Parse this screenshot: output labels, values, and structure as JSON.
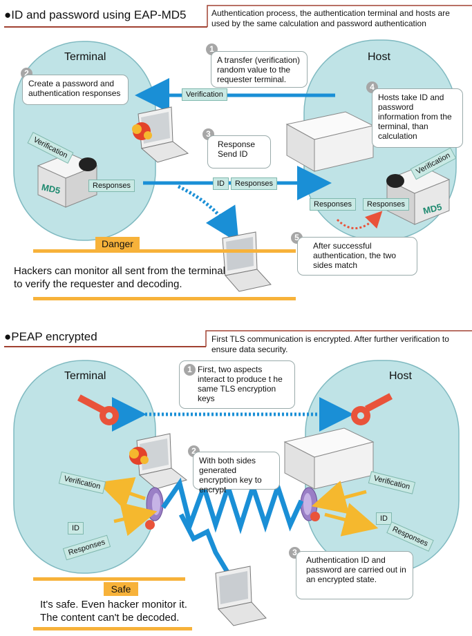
{
  "section1": {
    "title": "●ID and password using EAP-MD5",
    "description": "Authentication process, the authentication terminal and hosts are used by the same calculation and password authentication",
    "terminal_label": "Terminal",
    "host_label": "Host",
    "callouts": [
      {
        "num": "1",
        "text": "A transfer (verification) random value to the requester terminal."
      },
      {
        "num": "2",
        "text": "Create a password and authentication responses"
      },
      {
        "num": "3",
        "text": "Response Send ID"
      },
      {
        "num": "4",
        "text": "Hosts take ID and password information from the terminal, than calculation"
      },
      {
        "num": "5",
        "text": "After successful authentication, the two sides match"
      }
    ],
    "tags": {
      "verification_arrow": "Verification",
      "verification_cube_left": "Verification",
      "responses_cube_left": "Responses",
      "id": "ID",
      "responses_arrow": "Responses",
      "responses_host_left": "Responses",
      "responses_host_right": "Responses",
      "verification_cube_right": "Verification"
    },
    "md5_label_left": "MD5",
    "md5_label_right": "MD5",
    "danger_label": "Danger",
    "danger_text": "Hackers can monitor all sent from the terminal to verify the requester and decoding."
  },
  "section2": {
    "title": "●PEAP encrypted",
    "description": "First TLS communication is encrypted. After further verification to ensure data security.",
    "terminal_label": "Terminal",
    "host_label": "Host",
    "callouts": [
      {
        "num": "1",
        "text": "First, two aspects interact to produce t he same TLS encryption keys"
      },
      {
        "num": "2",
        "text": "With both sides generated encryption key to encrypt"
      },
      {
        "num": "3",
        "text": "Authentication ID and password are carried out in an encrypted state."
      }
    ],
    "tags": {
      "verification_left": "Verification",
      "id_left": "ID",
      "responses_left": "Responses",
      "verification_right": "Verification",
      "id_right": "ID",
      "responses_right": "Responses"
    },
    "safe_label": "Safe",
    "safe_text": "It's safe. Even hacker monitor it. The content can't be decoded."
  },
  "colors": {
    "circle_fill": "#bfe3e6",
    "circle_stroke": "#7fb9c0",
    "arrow_blue": "#1a8fd6",
    "band_orange": "#f7b23a",
    "key_red": "#e9533a",
    "header_rule": "#a04030"
  }
}
